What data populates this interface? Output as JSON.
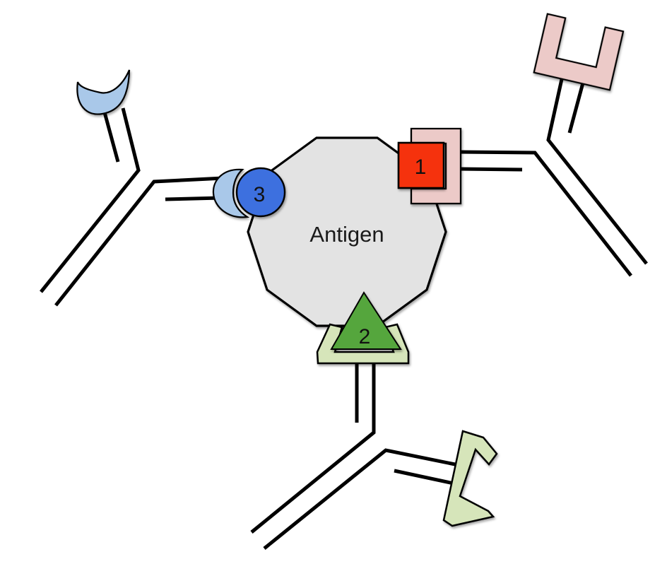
{
  "figure": {
    "description": "Antigen with three epitopes bound by three antibodies",
    "antigen": {
      "label": "Antigen",
      "fill": "#e3e3e3",
      "outline": "#000000"
    },
    "epitopes": [
      {
        "label": "1",
        "shape": "square",
        "fill": "#f5320b",
        "outline": "#332222"
      },
      {
        "label": "2",
        "shape": "triangle",
        "fill": "#55a63c",
        "outline": "#4472c4"
      },
      {
        "label": "3",
        "shape": "circle",
        "fill": "#3c6fdf",
        "outline": "#000000"
      }
    ],
    "antibodies": [
      {
        "id": "antibody-1",
        "bound_epitope": "1",
        "paratope_fill": "#eccac8"
      },
      {
        "id": "antibody-2",
        "bound_epitope": "2",
        "paratope_fill": "#d6e5ba"
      },
      {
        "id": "antibody-3",
        "bound_epitope": "3",
        "paratope_fill": "#a9c8e9"
      }
    ],
    "line_color": "#000000",
    "background": "#ffffff"
  }
}
